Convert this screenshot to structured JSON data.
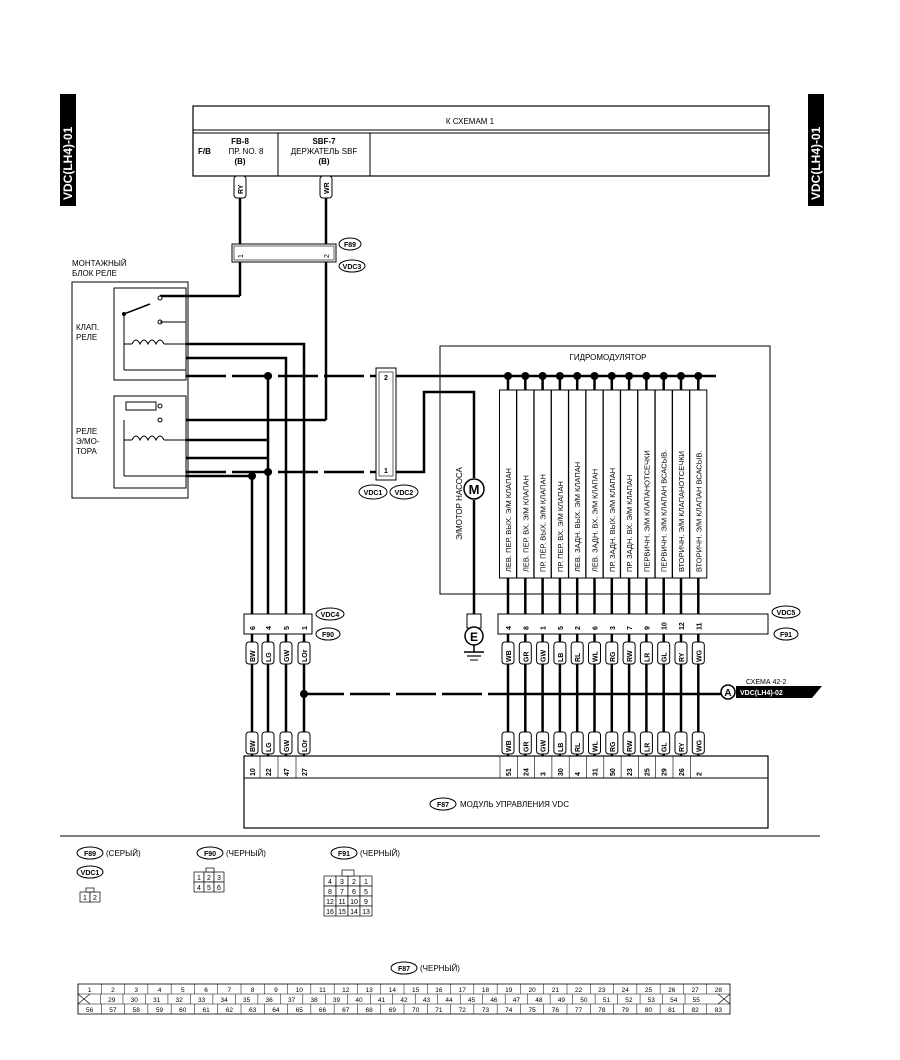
{
  "side_label": "VDC(LH4)-01",
  "top_box": {
    "title": "К СХЕМАМ 1",
    "fuse1": {
      "prefix": "F/B",
      "name": "FB-8",
      "desc": "ПР. NO. 8",
      "sub": "(B)"
    },
    "fuse2": {
      "name": "SBF-7",
      "desc": "ДЕРЖАТЕЛЬ SBF",
      "sub": "(B)"
    }
  },
  "wires_top": [
    "RY",
    "WR"
  ],
  "conn_f89": {
    "id": "F89",
    "id2": "VDC3",
    "pins": [
      "1",
      "2"
    ]
  },
  "relay_block": {
    "title1": "МОНТАЖНЫЙ",
    "title2": "БЛОК РЕЛЕ",
    "relay1": [
      "КЛАП.",
      "РЕЛЕ"
    ],
    "relay2": [
      "РЕЛЕ",
      "Э/МО-",
      "ТОРА"
    ]
  },
  "conn_vdc1": {
    "pins": [
      "2",
      "1"
    ],
    "ids": [
      "VDC1",
      "VDC2"
    ]
  },
  "hydro": {
    "title": "ГИДРОМОДУЛЯТОР",
    "motor_label": "Э/МОТОР НАСОСА",
    "motor_symbol": "M",
    "ground_symbol": "E",
    "valves": [
      "ЛЕВ. ПЕР. ВЫХ. Э/М КЛАПАН",
      "ЛЕВ. ПЕР. ВХ. Э/М КЛАПАН",
      "ПР. ПЕР. ВЫХ. Э/М КЛАПАН",
      "ПР. ПЕР. ВХ. Э/М КЛАПАН",
      "ЛЕВ. ЗАДН. ВЫХ. Э/М КЛАПАН",
      "ЛЕВ. ЗАДН. ВХ. Э/М КЛАПАН",
      "ПР. ЗАДН. ВЫХ. Э/М КЛАПАН",
      "ПР. ЗАДН. ВХ. Э/М КЛАПАН",
      "ПЕРВИЧН. Э/М КЛАПАНОТСЕЧКИ",
      "ПЕРВИЧН. Э/М КЛАПАН ВСАСЫВ.",
      "ВТОРИЧН. Э/М КЛАПАНОТСЕЧКИ",
      "ВТОРИЧН. Э/М КЛАПАН ВСАСЫВ."
    ]
  },
  "conn_vdc4": {
    "ids": [
      "VDC4",
      "F90"
    ],
    "pins": [
      "6",
      "4",
      "5",
      "1"
    ],
    "wires": [
      "BW",
      "LG",
      "GW",
      "LOr"
    ],
    "ecm_pins": [
      "10",
      "22",
      "47",
      "27"
    ]
  },
  "conn_vdc5": {
    "ids": [
      "VDC5",
      "F91"
    ],
    "pins": [
      "4",
      "8",
      "1",
      "5",
      "2",
      "6",
      "3",
      "7",
      "9",
      "10",
      "12",
      "11"
    ],
    "wires": [
      "WB",
      "GR",
      "GW",
      "LB",
      "RL",
      "WL",
      "RG",
      "RW",
      "LR",
      "GL",
      "RY",
      "WG"
    ],
    "ecm_pins": [
      "51",
      "24",
      "3",
      "30",
      "4",
      "31",
      "50",
      "23",
      "25",
      "29",
      "26",
      "2"
    ]
  },
  "ref_a": {
    "letter": "A",
    "line1": "СХЕМА 42-2",
    "line2": "VDC(LH4)-02"
  },
  "ecm": {
    "id": "F87",
    "name": "МОДУЛЬ УПРАВЛЕНИЯ VDC"
  },
  "legend": {
    "f89": {
      "id": "F89",
      "color": "(СЕРЫЙ)",
      "id2": "VDC1",
      "grid": [
        [
          "1",
          "2"
        ]
      ]
    },
    "f90": {
      "id": "F90",
      "color": "(ЧЕРНЫЙ)",
      "grid": [
        [
          "1",
          "2",
          "3"
        ],
        [
          "4",
          "5",
          "6"
        ]
      ]
    },
    "f91": {
      "id": "F91",
      "color": "(ЧЕРНЫЙ)",
      "grid": [
        [
          "4",
          "3",
          "2",
          "1"
        ],
        [
          "8",
          "7",
          "6",
          "5"
        ],
        [
          "12",
          "11",
          "10",
          "9"
        ],
        [
          "16",
          "15",
          "14",
          "13"
        ]
      ]
    },
    "f87": {
      "id": "F87",
      "color": "(ЧЕРНЫЙ)",
      "row1": [
        "1",
        "2",
        "3",
        "4",
        "5",
        "6",
        "7",
        "8",
        "9",
        "10",
        "11",
        "12",
        "13",
        "14",
        "15",
        "16",
        "17",
        "18",
        "19",
        "20",
        "21",
        "22",
        "23",
        "24",
        "25",
        "26",
        "27",
        "28"
      ],
      "row2": [
        "29",
        "30",
        "31",
        "32",
        "33",
        "34",
        "35",
        "36",
        "37",
        "38",
        "39",
        "40",
        "41",
        "42",
        "43",
        "44",
        "45",
        "46",
        "47",
        "48",
        "49",
        "50",
        "51",
        "52",
        "53",
        "54",
        "55"
      ],
      "row3": [
        "56",
        "57",
        "58",
        "59",
        "60",
        "61",
        "62",
        "63",
        "64",
        "65",
        "66",
        "67",
        "68",
        "69",
        "70",
        "71",
        "72",
        "73",
        "74",
        "75",
        "76",
        "77",
        "78",
        "79",
        "80",
        "81",
        "82",
        "83"
      ]
    }
  }
}
